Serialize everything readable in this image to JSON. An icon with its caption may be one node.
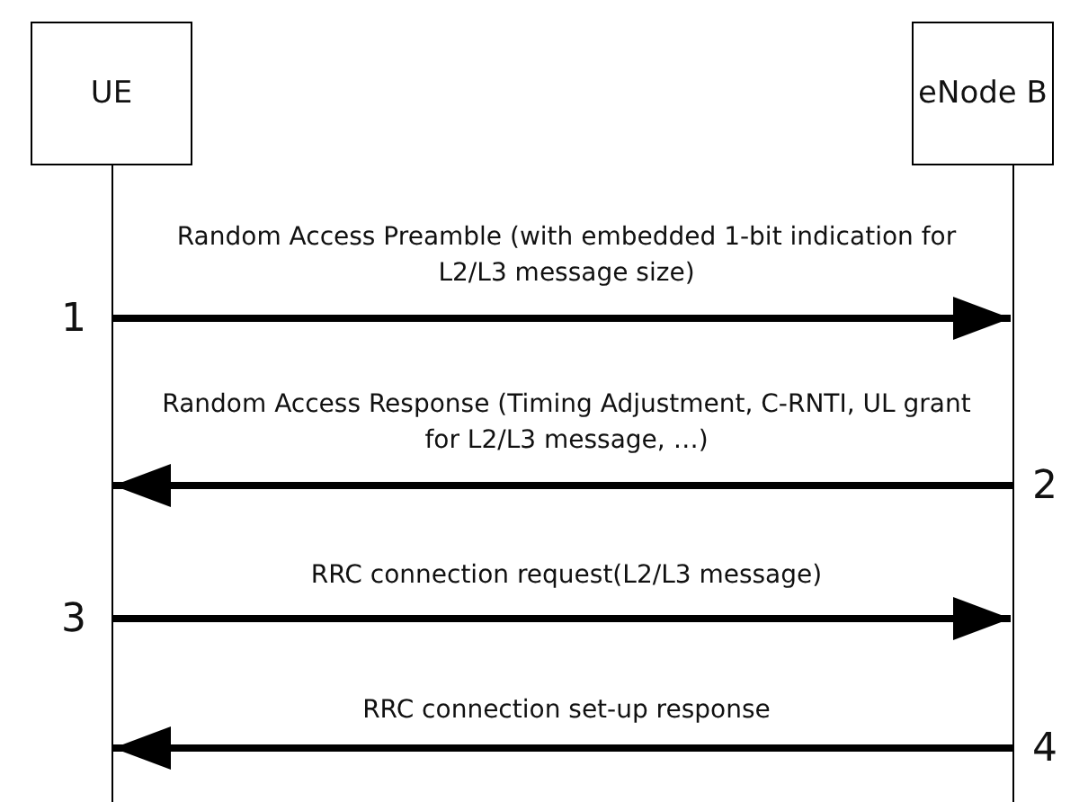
{
  "diagram": {
    "nodes": [
      {
        "text": [
          "UE"
        ]
      },
      {
        "text": [
          "eNode B"
        ]
      }
    ],
    "edges": [
      {
        "from": 0,
        "to": 1,
        "arrow": "to",
        "label": "Random Access Preamble (with embedded 1-bit indication for L2/L3 message size)"
      },
      {
        "from": 1,
        "to": 0,
        "arrow": "to",
        "label": "Random Access Response (Timing Adjustment, C-RNTI, UL grant for L2/L3 message, …)"
      },
      {
        "from": 0,
        "to": 1,
        "arrow": "to",
        "label": "RRC connection request(L2/L3 message)"
      },
      {
        "from": 1,
        "to": 0,
        "arrow": "to",
        "label": "RRC connection set-up response"
      }
    ],
    "labels": [
      "1",
      "2",
      "3",
      "4"
    ]
  }
}
